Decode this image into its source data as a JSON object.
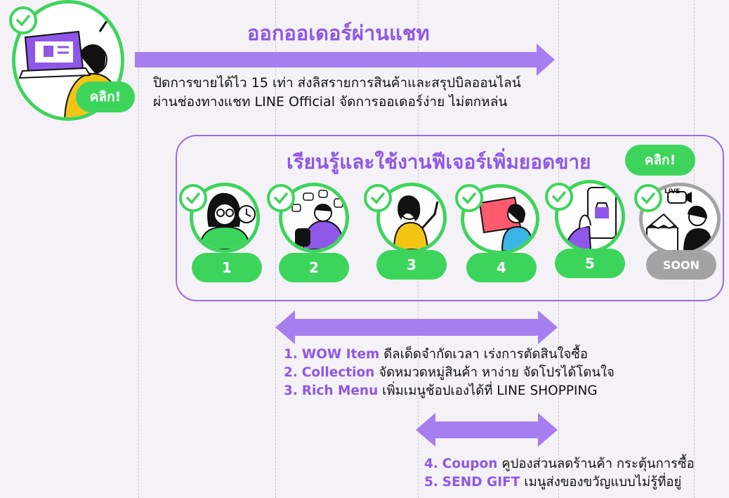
{
  "colors": {
    "accent_purple": "#8e57e8",
    "arrow_purple": "#a77ef0",
    "green": "#3dd45c",
    "grey": "#a3a3a3"
  },
  "top": {
    "title": "ออกออเดอร์ผ่านแชท",
    "click_label": "คลิก!",
    "desc_line1": "ปิดการขายได้ไว 15 เท่า ส่งลิสรายการสินค้าและสรุปบิลออนไลน์",
    "desc_line2": "ผ่านช่องทางแชท LINE Official จัดการออเดอร์ง่าย ไม่ตกหล่น"
  },
  "features": {
    "title": "เรียนรู้และใช้งานฟีเจอร์เพิ่มยอดขาย",
    "click_label": "คลิก!",
    "items": [
      {
        "label": "1"
      },
      {
        "label": "2"
      },
      {
        "label": "3"
      },
      {
        "label": "4"
      },
      {
        "label": "5"
      },
      {
        "label": "SOON",
        "badge": "LIVE"
      }
    ]
  },
  "list_a": [
    {
      "num": "1.",
      "name": "WOW Item",
      "text": "ดีลเด็ดจำกัดเวลา เร่งการตัดสินใจซื้อ"
    },
    {
      "num": "2.",
      "name": "Collection",
      "text": "จัดหมวดหมู่สินค้า หาง่าย จัดโปรได้โดนใจ"
    },
    {
      "num": "3.",
      "name": "Rich Menu",
      "text": "เพิ่มเมนูช้อปเองได้ที่ LINE SHOPPING"
    }
  ],
  "list_b": [
    {
      "num": "4.",
      "name": "Coupon",
      "text": "คูปองส่วนลดร้านค้า กระตุ้นการซื้อ"
    },
    {
      "num": "5.",
      "name": "SEND GIFT",
      "text": "เมนูส่งของขวัญแบบไม่รู้ที่อยู่"
    }
  ]
}
